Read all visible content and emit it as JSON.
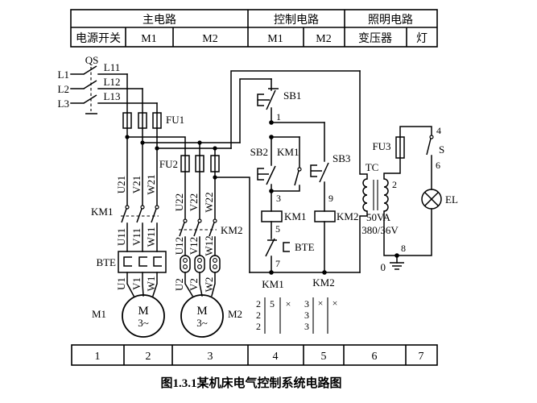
{
  "header": {
    "groups": [
      "主电路",
      "控制电路",
      "照明电路"
    ],
    "cols": [
      "电源开关",
      "M1",
      "M2",
      "M1",
      "M2",
      "变压器",
      "灯"
    ]
  },
  "footer": {
    "cols": [
      "1",
      "2",
      "3",
      "4",
      "5",
      "6",
      "7"
    ]
  },
  "caption": "图1.3.1某机床电气控制系统电路图",
  "supply": {
    "qs": "QS",
    "l1": "L1",
    "l2": "L2",
    "l3": "L3",
    "l11": "L11",
    "l12": "L12",
    "l13": "L13",
    "fu1": "FU1"
  },
  "m1b": {
    "km": "KM1",
    "bte": "BTE",
    "m": "M1",
    "motor": "M",
    "phase": "3~",
    "w_top": [
      "U21",
      "V21",
      "W21"
    ],
    "w_mid": [
      "U11",
      "V11",
      "W11"
    ],
    "w_low": [
      "U1",
      "V1",
      "W1"
    ]
  },
  "m2b": {
    "fu": "FU2",
    "km": "KM2",
    "m": "M2",
    "motor": "M",
    "phase": "3~",
    "w_top": [
      "U22",
      "V22",
      "W22"
    ],
    "w_mid": [
      "U12",
      "V12",
      "W12"
    ],
    "w_low": [
      "U2",
      "V2",
      "W2"
    ]
  },
  "ctrl": {
    "sb1": "SB1",
    "sb2": "SB2",
    "sb3": "SB3",
    "km1_aux": "KM1",
    "km1_coil": "KM1",
    "km2_coil": "KM2",
    "bte": "BTE",
    "n1": "1",
    "n3": "3",
    "n5": "5",
    "n7": "7",
    "n9": "9",
    "km1_label": "KM1",
    "km2_label": "KM2",
    "km1_contacts": [
      "2",
      "2",
      "2",
      "5",
      "×"
    ],
    "km2_contacts": [
      "3",
      "3",
      "3",
      "×",
      "×"
    ]
  },
  "light": {
    "fu3": "FU3",
    "tc": "TC",
    "va": "50VA",
    "ratio": "380/36V",
    "s": "S",
    "el": "EL",
    "n0": "0",
    "n2": "2",
    "n4": "4",
    "n6": "6",
    "n8": "8"
  }
}
